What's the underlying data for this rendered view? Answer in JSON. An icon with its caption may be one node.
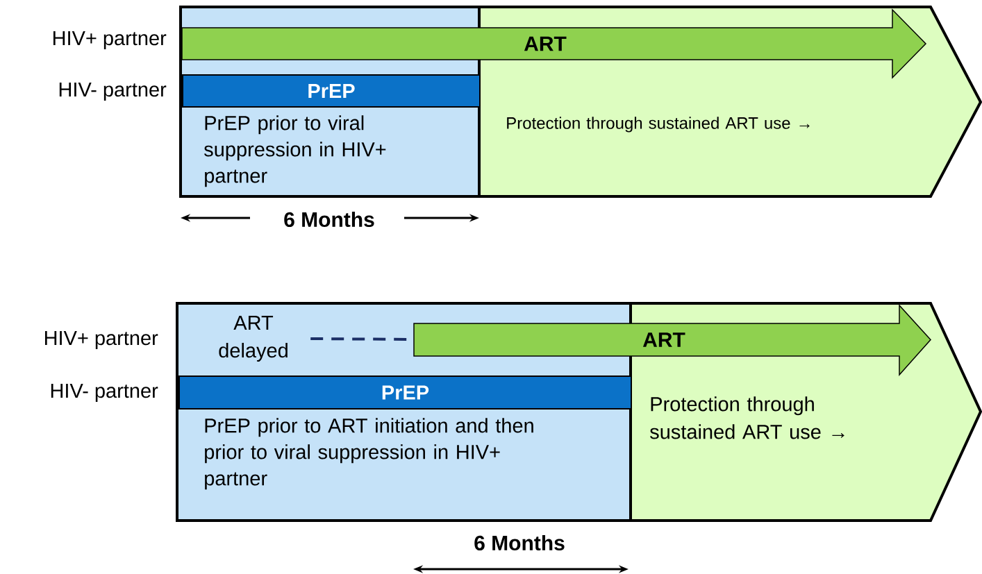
{
  "diagram": {
    "nodes": [
      {
        "text": [
          "PrEP prior to viral suppression in HIV+ partner"
        ]
      },
      {
        "text": [
          "Protection through sustained ART use →"
        ]
      },
      {
        "text": [
          "ART"
        ]
      },
      {
        "text": [
          "PrEP"
        ],
        "in": 0
      },
      {
        "text": [
          "PrEP prior to ART initiation and then prior to viral suppression in HIV+ partner"
        ]
      },
      {
        "text": [
          "Protection through sustained ART use →"
        ]
      },
      {
        "text": [
          "ART"
        ]
      },
      {
        "text": [
          "PrEP"
        ],
        "in": 4
      },
      {
        "text": [
          "ART delayed"
        ],
        "in": 4
      }
    ],
    "edges": [
      {
        "from": 8,
        "to": 6,
        "arrow": "none",
        "style": "dashed",
        "color": "#1c2f66"
      }
    ],
    "labels": [
      "HIV+ partner",
      "HIV- partner",
      "6 Months",
      "HIV+ partner",
      "HIV- partner",
      "6 Months"
    ]
  }
}
